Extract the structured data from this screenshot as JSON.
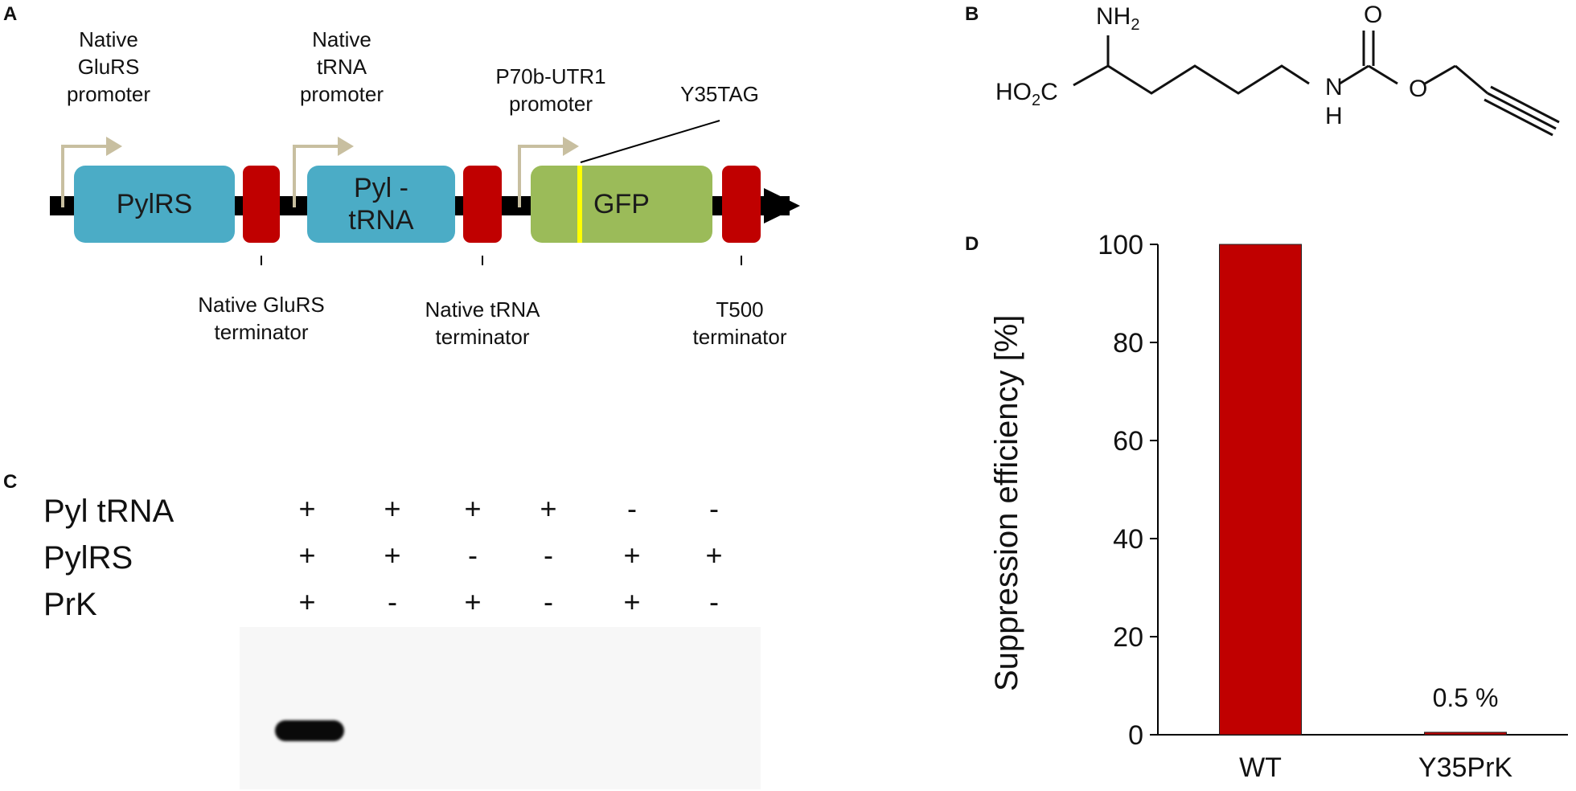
{
  "panels": {
    "a": "A",
    "b": "B",
    "c": "C",
    "d": "D"
  },
  "construct": {
    "promoters": [
      {
        "lines": [
          "Native",
          "GluRS",
          "promoter"
        ]
      },
      {
        "lines": [
          "Native",
          "tRNA",
          "promoter"
        ]
      },
      {
        "lines": [
          "P70b-UTR1",
          "promoter"
        ]
      }
    ],
    "genes": {
      "pylrs": "PylRS",
      "pyl_trna_1": "Pyl -",
      "pyl_trna_2": "tRNA",
      "gfp": "GFP"
    },
    "mutation_label": "Y35TAG",
    "terminators": [
      {
        "lines": [
          "Native  GluRS",
          "terminator"
        ]
      },
      {
        "lines": [
          "Native  tRNA",
          "terminator"
        ]
      },
      {
        "lines": [
          "T500",
          "terminator"
        ]
      }
    ],
    "colors": {
      "gene_blue": "#4bacc6",
      "gfp_green": "#9bbb59",
      "terminator_red": "#c00000",
      "promoter_tan": "#c8bfa0",
      "mutation_yellow": "#ffff00"
    }
  },
  "molecule": {
    "nh2": "NH",
    "nh2_sub": "2",
    "cooh": "HO",
    "cooh_sub": "2",
    "cooh_end": "C",
    "n": "N",
    "h": "H",
    "o_carbonyl": "O",
    "o_ester": "O"
  },
  "gel": {
    "rows": [
      {
        "label": "Pyl tRNA",
        "signs": [
          "+",
          "+",
          "+",
          "+",
          "-",
          "-"
        ]
      },
      {
        "label": "PylRS",
        "signs": [
          "+",
          "+",
          "-",
          "-",
          "+",
          "+"
        ]
      },
      {
        "label": "PrK",
        "signs": [
          "+",
          "-",
          "+",
          "-",
          "+",
          "-"
        ]
      }
    ],
    "band_lanes": [
      1
    ]
  },
  "chart_data": {
    "type": "bar",
    "categories": [
      "WT",
      "Y35PrK"
    ],
    "values": [
      100,
      0.5
    ],
    "ylabel": "Suppression efficiency [%]",
    "ylim": [
      0,
      100
    ],
    "yticks": [
      "0",
      "20",
      "40",
      "60",
      "80",
      "100"
    ],
    "annotations": [
      "0.5 %"
    ],
    "bar_color": "#c00000"
  }
}
